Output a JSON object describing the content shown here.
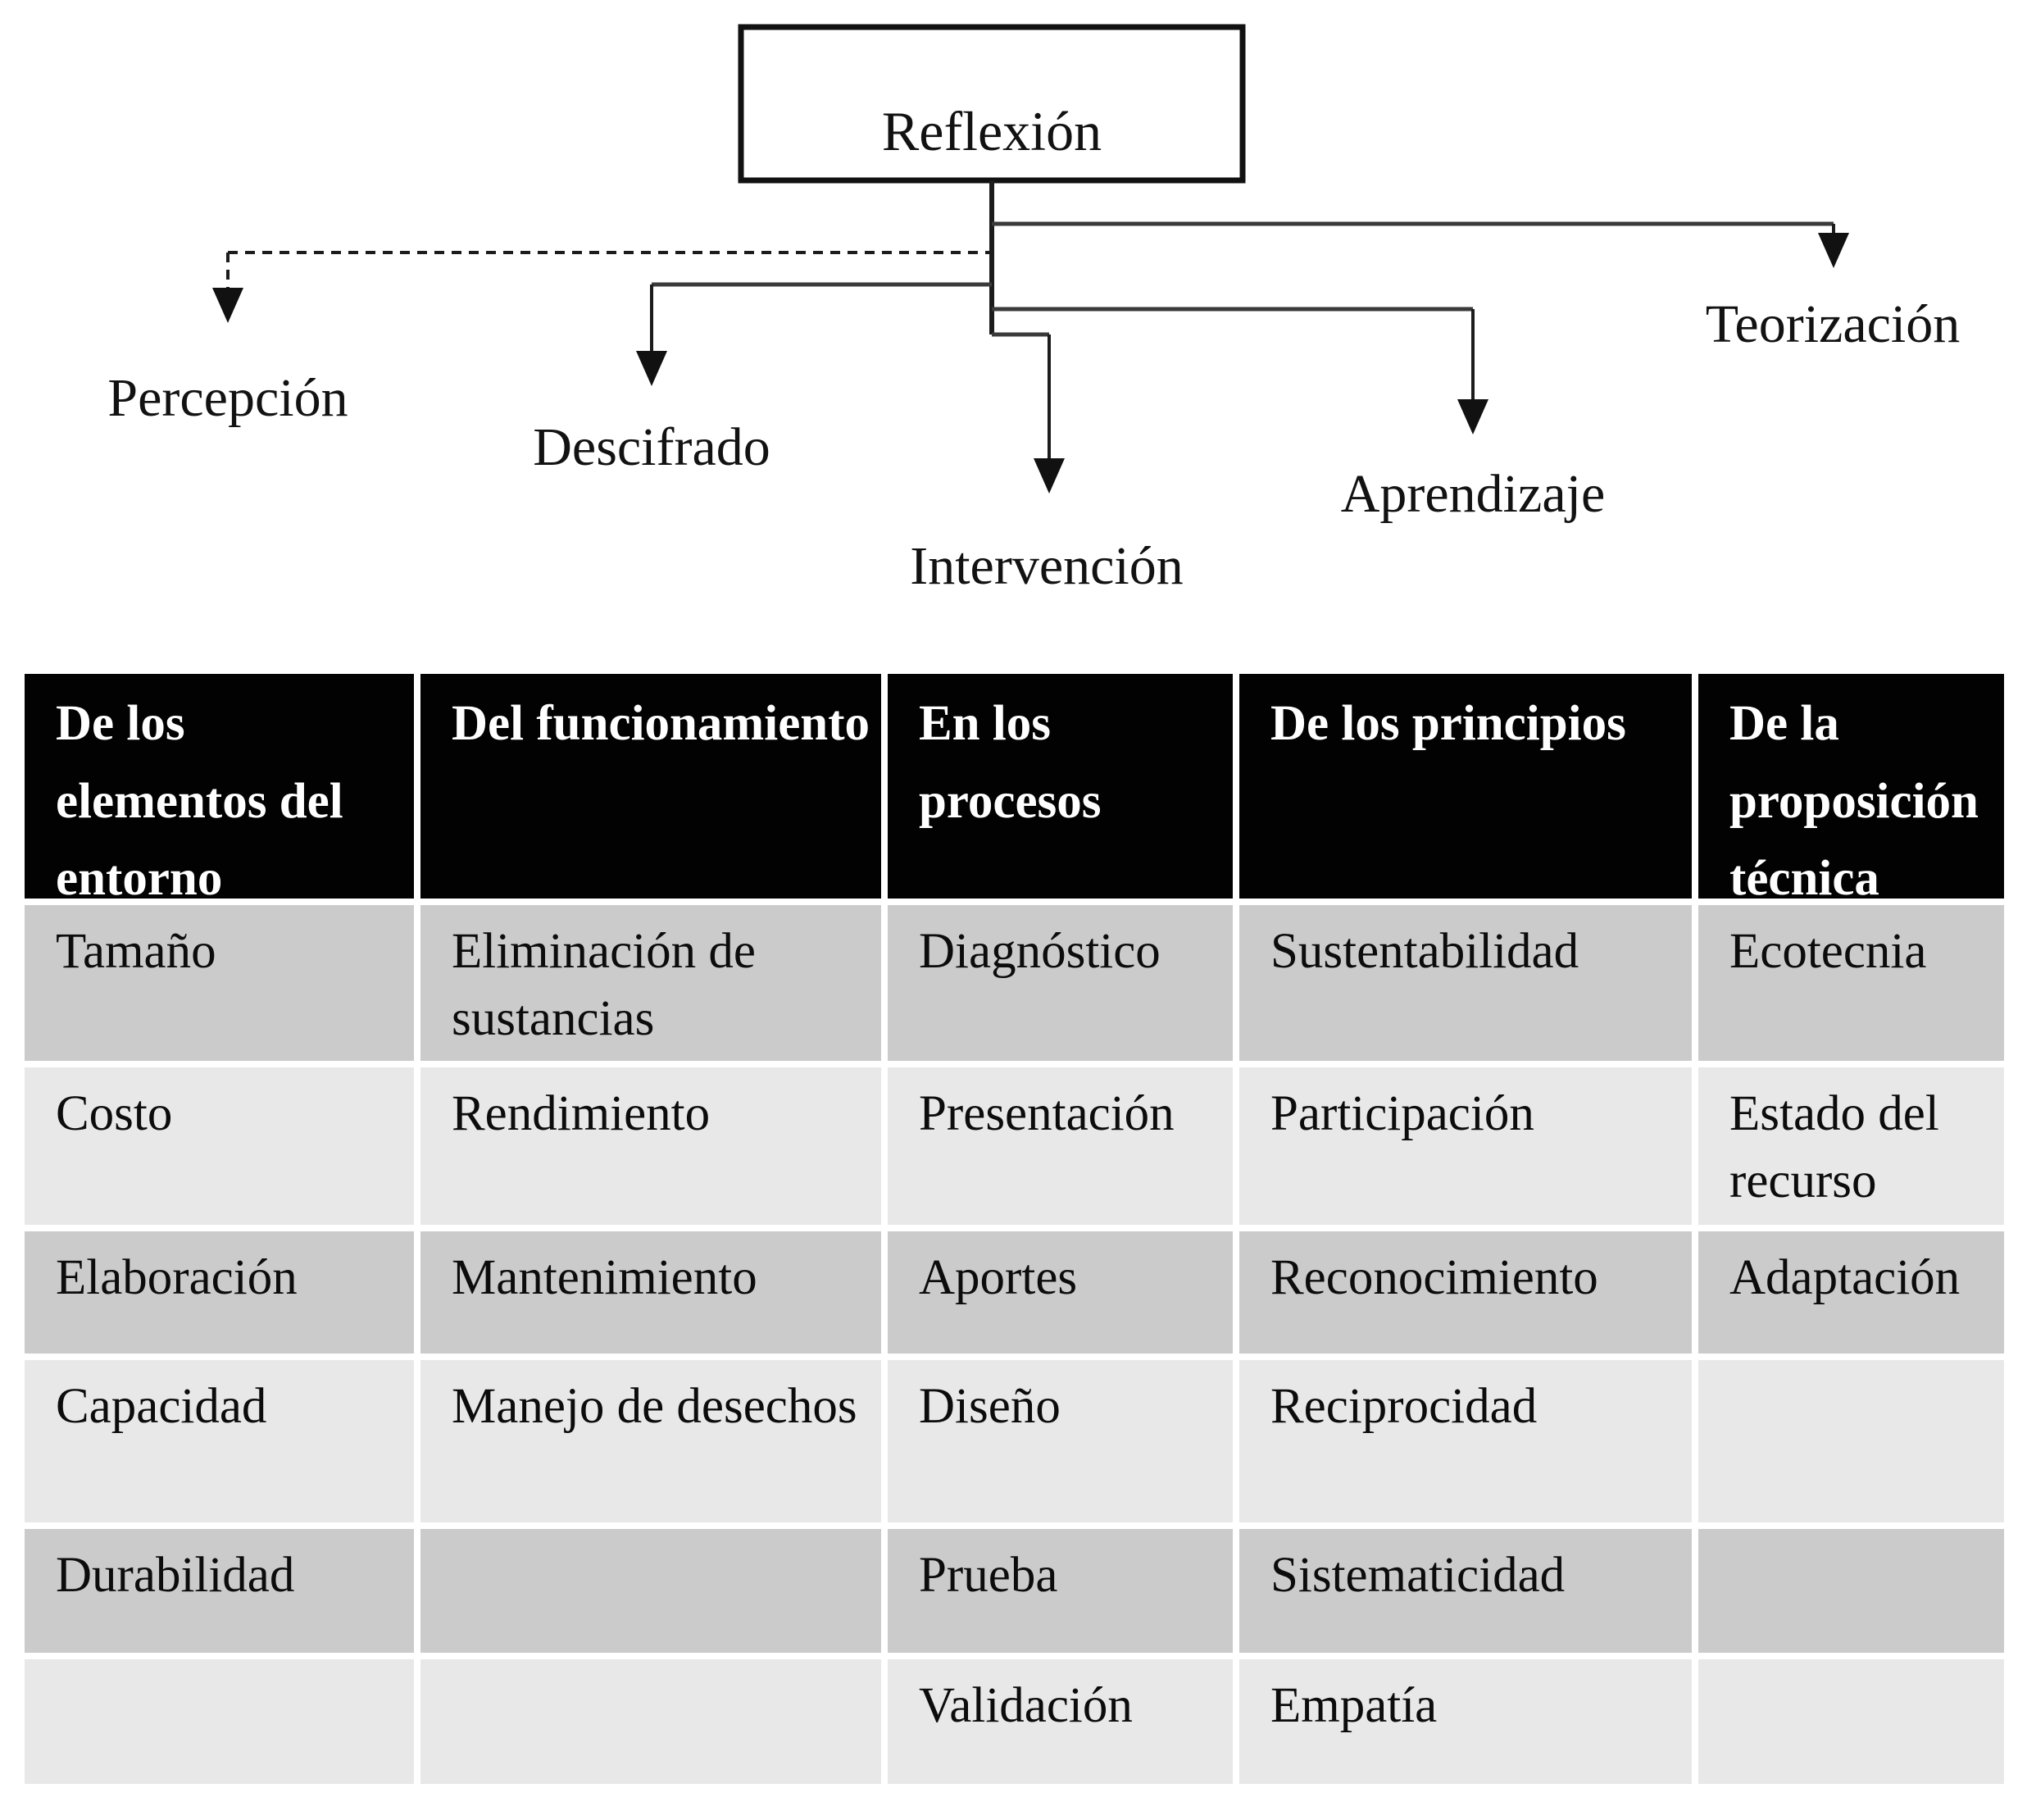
{
  "flowchart": {
    "root_label": "Reflexión",
    "branch_labels": {
      "percepcion": "Percepción",
      "descifrado": "Descifrado",
      "intervencion": "Intervención",
      "aprendizaje": "Aprendizaje",
      "teorizacion": "Teorización"
    }
  },
  "table": {
    "headers": [
      "De los elementos del entorno",
      "Del funcionamiento",
      "En los procesos",
      "De los principios",
      "De la proposición técnica"
    ],
    "rows": [
      [
        "Tamaño",
        "Eliminación de sustancias",
        "Diagnóstico",
        "Sustentabilidad",
        "Ecotecnia"
      ],
      [
        "Costo",
        "Rendimiento",
        "Presentación",
        "Participación",
        "Estado del recurso"
      ],
      [
        "Elaboración",
        "Mantenimiento",
        "Aportes",
        "Reconocimiento",
        "Adaptación"
      ],
      [
        "Capacidad",
        "Manejo de desechos",
        "Diseño",
        "Reciprocidad",
        ""
      ],
      [
        "Durabilidad",
        "",
        "Prueba",
        "Sistematicidad",
        ""
      ],
      [
        "",
        "",
        "Validación",
        "Empatía",
        ""
      ]
    ]
  },
  "colors": {
    "header_bg": "#020202",
    "header_text": "#ffffff",
    "row_dark": "#cbcbcb",
    "row_light": "#e8e8e8",
    "line": "#1c1c1c",
    "background": "#ffffff"
  }
}
